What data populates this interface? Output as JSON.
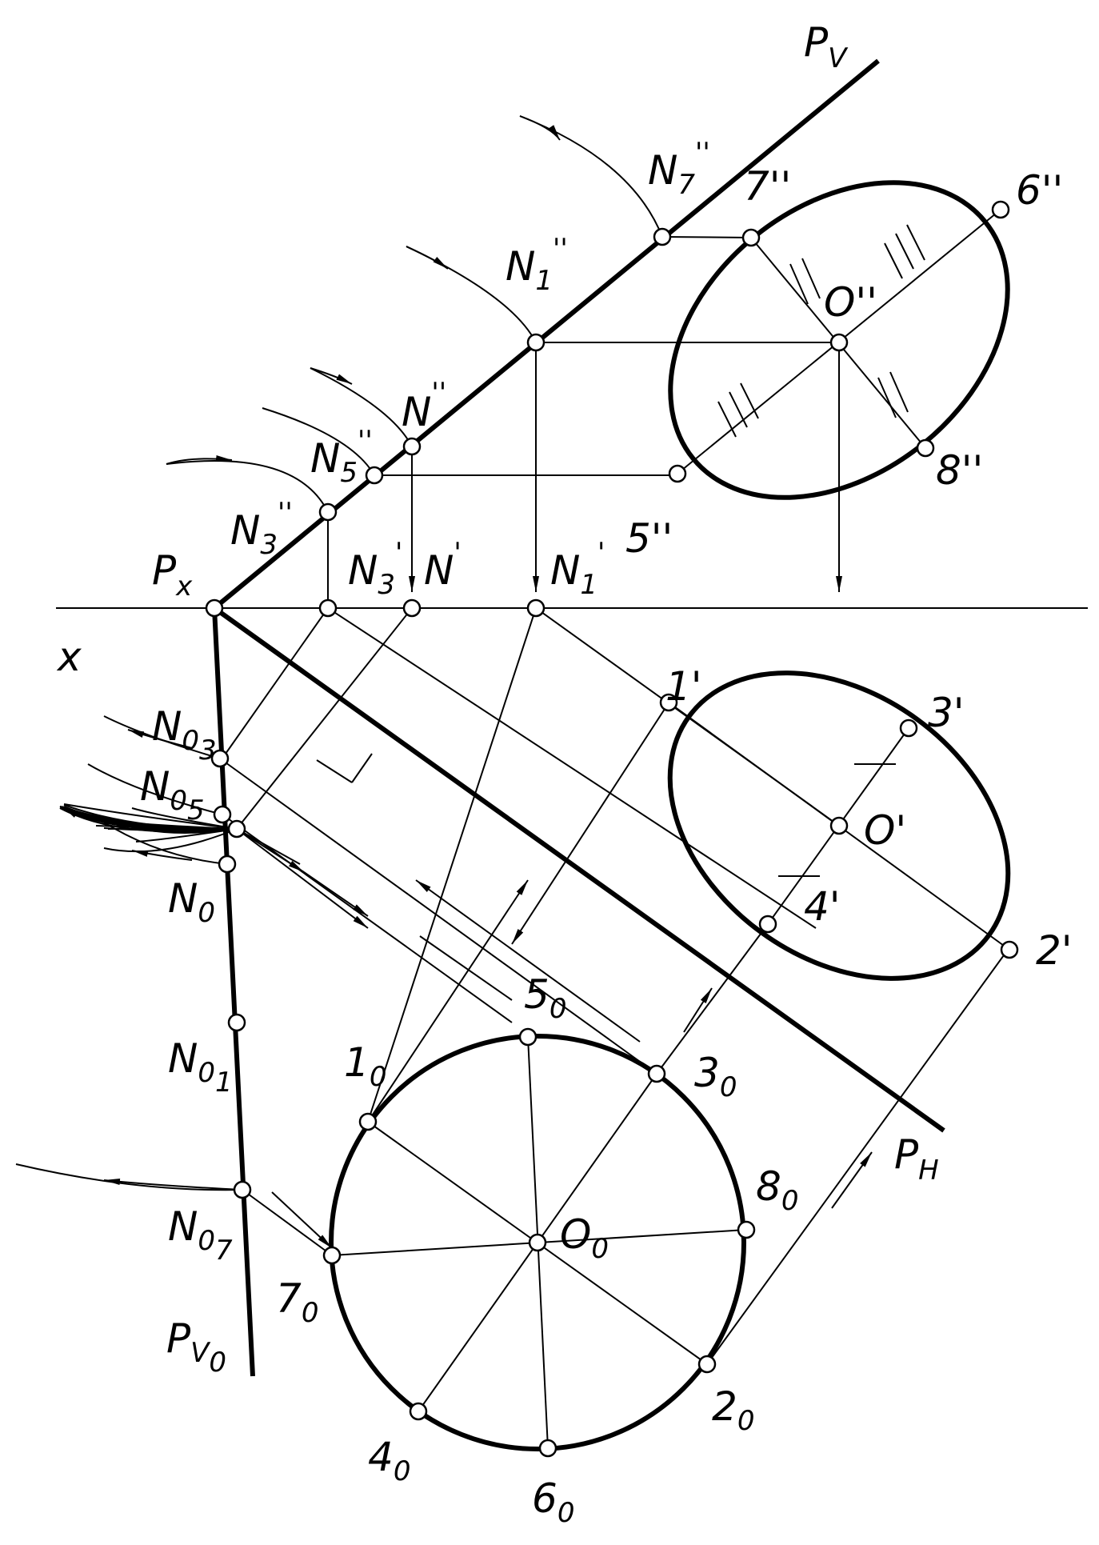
{
  "labels": {
    "pv": {
      "main": "P",
      "sub": "V"
    },
    "px": {
      "main": "P",
      "sub": "x"
    },
    "ph": {
      "main": "P",
      "sub": "H"
    },
    "pv0": {
      "main": "P",
      "sub": "V",
      "sub2": "0"
    },
    "x_axis": "x",
    "n7pp": {
      "main": "N",
      "sub": "7",
      "sup": "''"
    },
    "n1pp": {
      "main": "N",
      "sub": "1",
      "sup": "''"
    },
    "npp": {
      "main": "N",
      "sup": "''"
    },
    "n5pp": {
      "main": "N",
      "sub": "5",
      "sup": "''"
    },
    "n3pp": {
      "main": "N",
      "sub": "3",
      "sup": "''"
    },
    "n3p": {
      "main": "N",
      "sub": "3",
      "sup": "'"
    },
    "np": {
      "main": "N",
      "sup": "'"
    },
    "n1p": {
      "main": "N",
      "sub": "1",
      "sup": "'"
    },
    "pt7pp": "7''",
    "pt6pp": "6''",
    "pt8pp": "8''",
    "pt5pp": "5''",
    "o_pp": "O''",
    "pt1p": "1'",
    "pt3p": "3'",
    "pt2p": "2'",
    "pt4p": "4'",
    "o_p": "O'",
    "n03": {
      "main": "N",
      "sub": "0",
      "sub2": "3"
    },
    "n05": {
      "main": "N",
      "sub": "0",
      "sub2": "5"
    },
    "n0": {
      "main": "N",
      "sub": "0"
    },
    "n01": {
      "main": "N",
      "sub": "0",
      "sub2": "1"
    },
    "n07": {
      "main": "N",
      "sub": "0",
      "sub2": "7"
    },
    "p1_0": {
      "main": "1",
      "sub": "0"
    },
    "p3_0": {
      "main": "3",
      "sub": "0"
    },
    "p5_0": {
      "main": "5",
      "sub": "0"
    },
    "p8_0": {
      "main": "8",
      "sub": "0"
    },
    "p7_0": {
      "main": "7",
      "sub": "0"
    },
    "p2_0": {
      "main": "2",
      "sub": "0"
    },
    "p4_0": {
      "main": "4",
      "sub": "0"
    },
    "p6_0": {
      "main": "6",
      "sub": "0"
    },
    "o_0": {
      "main": "O",
      "sub": "0"
    }
  }
}
